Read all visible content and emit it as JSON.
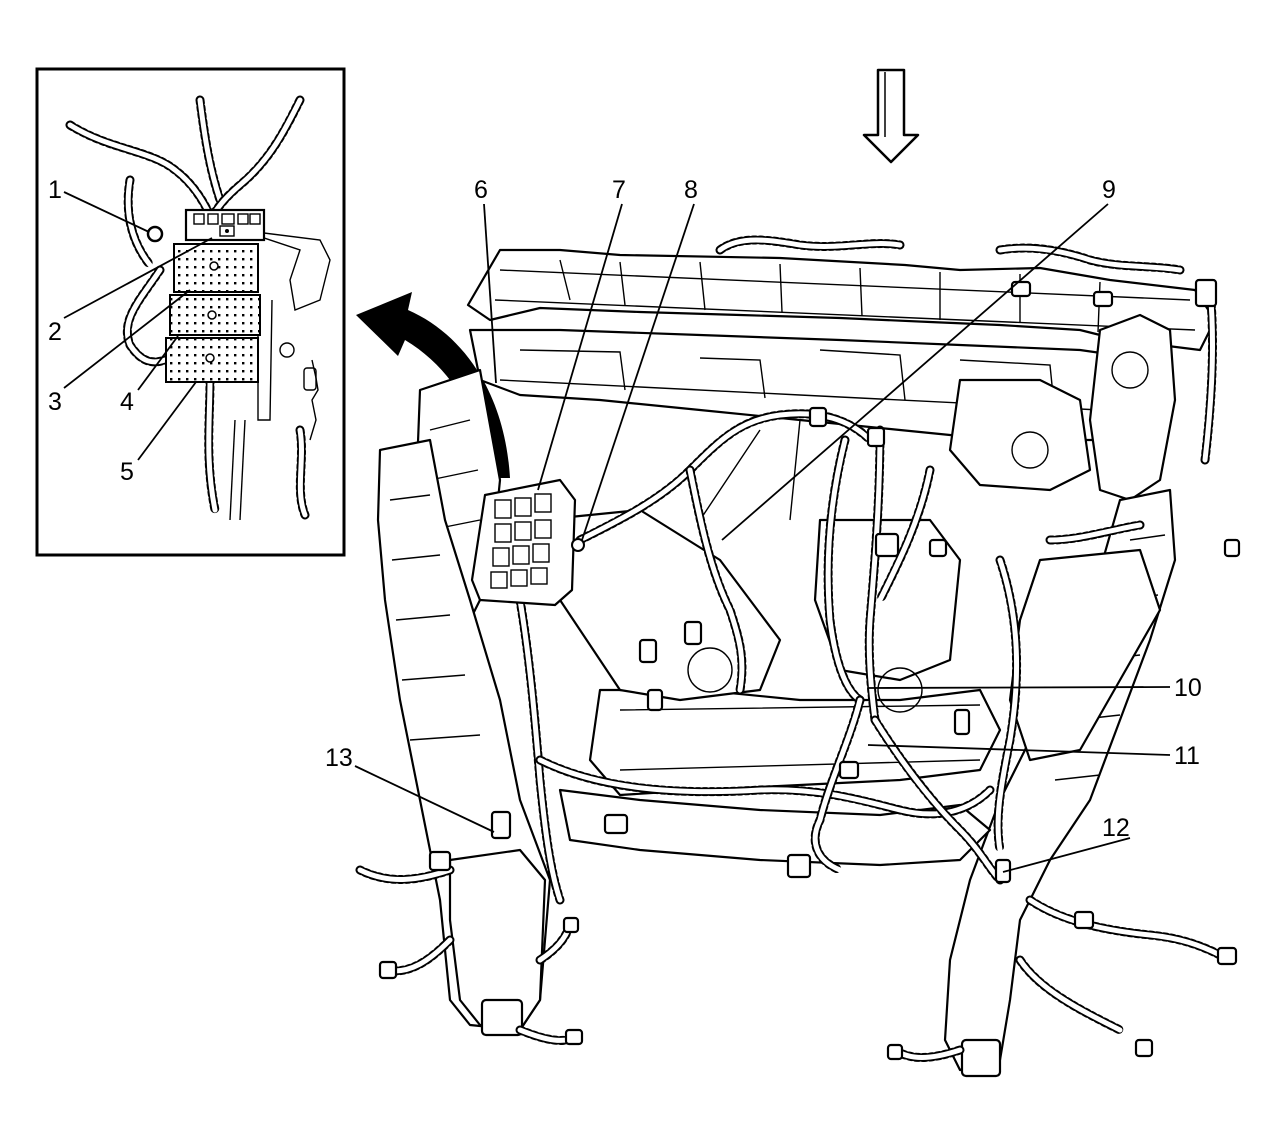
{
  "callouts": {
    "c1": "1",
    "c2": "2",
    "c3": "3",
    "c4": "4",
    "c5": "5",
    "c6": "6",
    "c7": "7",
    "c8": "8",
    "c9": "9",
    "c10": "10",
    "c11": "11",
    "c12": "12",
    "c13": "13"
  },
  "icons": {
    "view_direction": "down-arrow-icon",
    "detail_pointer": "curved-arrow-icon"
  },
  "colors": {
    "line": "#000000",
    "background": "#ffffff"
  }
}
